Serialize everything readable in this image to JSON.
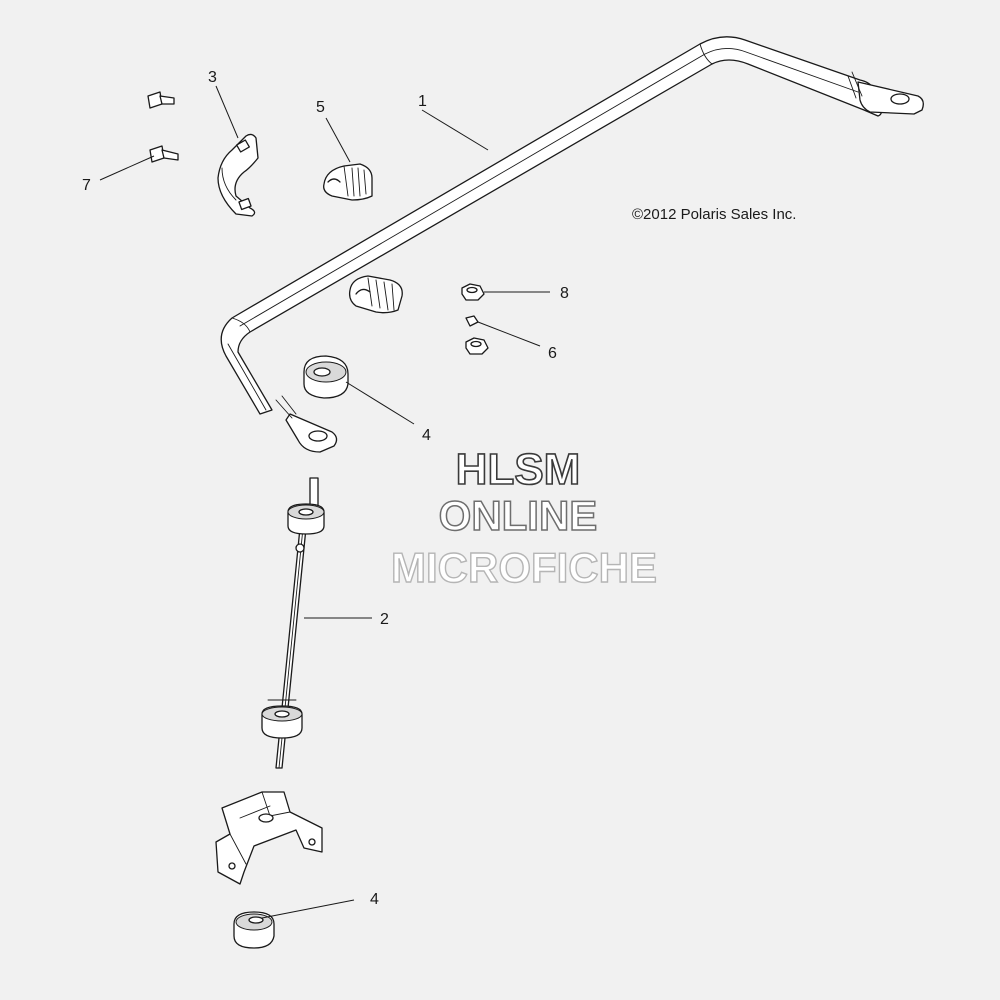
{
  "copyright": "©2012 Polaris Sales Inc.",
  "watermark": {
    "line1": "HLSM",
    "line2": "ONLINE",
    "line3": "MICROFICHE"
  },
  "callouts": {
    "c1": "1",
    "c2": "2",
    "c3": "3",
    "c4a": "4",
    "c4b": "4",
    "c5": "5",
    "c6": "6",
    "c7": "7",
    "c8": "8"
  }
}
